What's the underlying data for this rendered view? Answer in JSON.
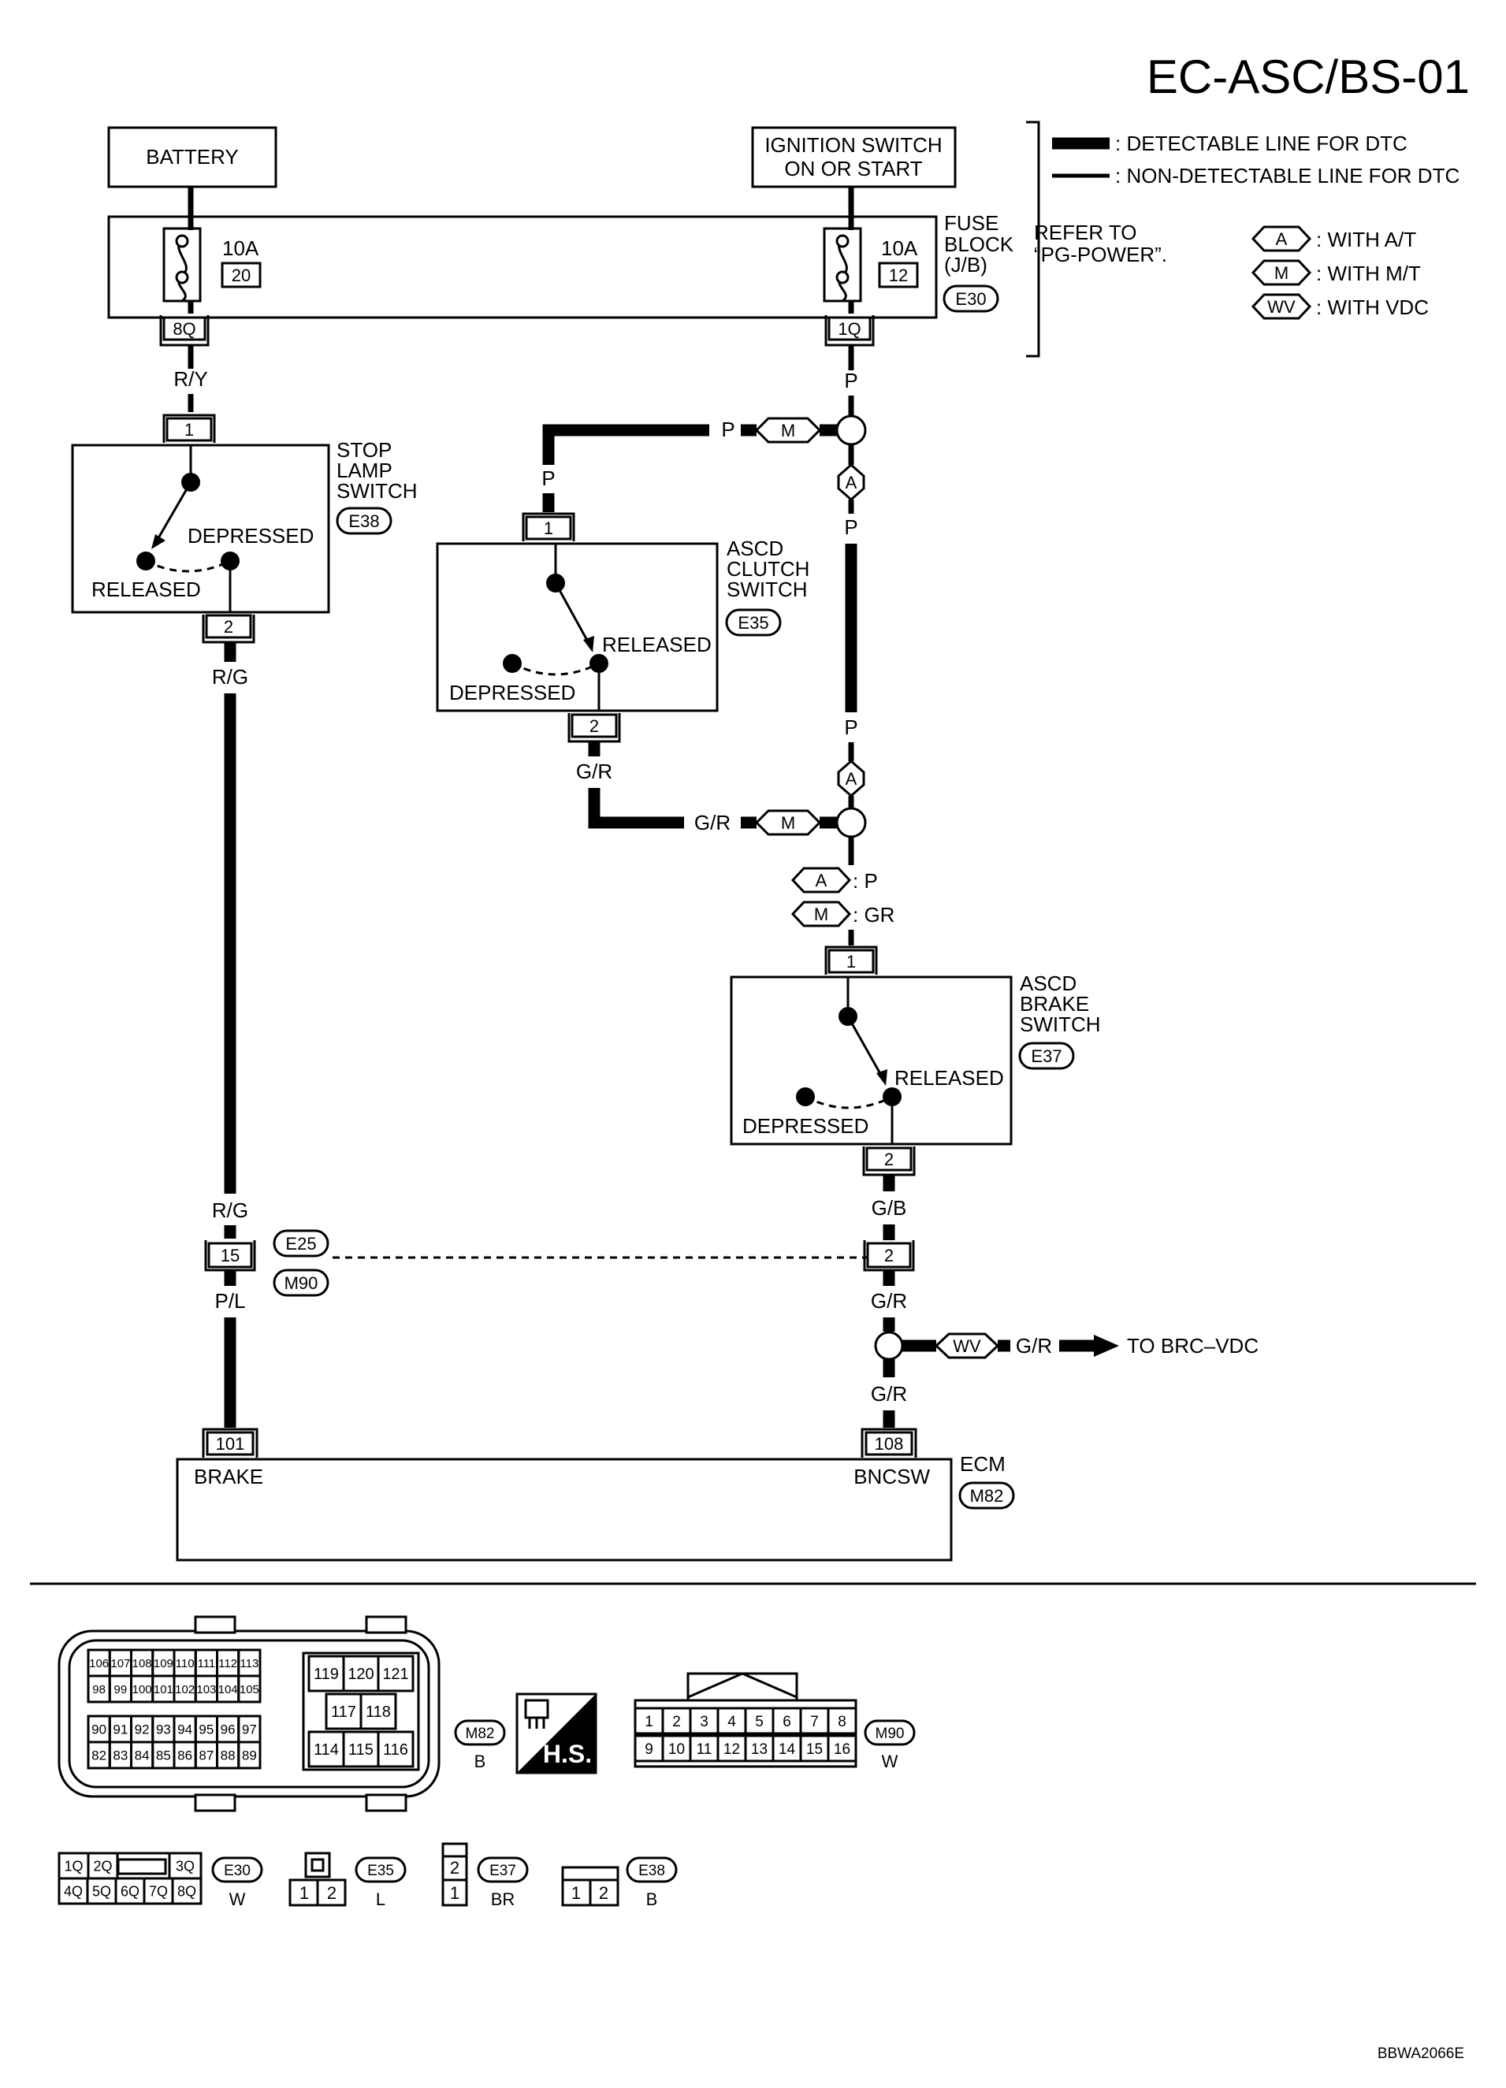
{
  "page_title": "EC-ASC/BS-01",
  "figure_code": "BBWA2066E",
  "legend": {
    "detectable": ": DETECTABLE LINE FOR DTC",
    "non_detectable": ": NON-DETECTABLE LINE FOR DTC",
    "refer_line1": "REFER TO",
    "refer_line2": "“PG-POWER”.",
    "opt_at_tag": "A",
    "opt_at_text": ": WITH A/T",
    "opt_mt_tag": "M",
    "opt_mt_text": ": WITH M/T",
    "opt_vdc_tag": "WV",
    "opt_vdc_text": ": WITH VDC"
  },
  "sources": {
    "battery": "BATTERY",
    "ignition_line1": "IGNITION SWITCH",
    "ignition_line2": "ON OR START"
  },
  "fuse_block": {
    "label_line1": "FUSE",
    "label_line2": "BLOCK",
    "label_line3": "(J/B)",
    "connector": "E30",
    "fuse1_rating": "10A",
    "fuse1_number": "20",
    "fuse1_pin": "8Q",
    "fuse2_rating": "10A",
    "fuse2_number": "12",
    "fuse2_pin": "1Q"
  },
  "stop_lamp_switch": {
    "name_line1": "STOP",
    "name_line2": "LAMP",
    "name_line3": "SWITCH",
    "connector": "E38",
    "pin_in": "1",
    "pin_out": "2",
    "depressed": "DEPRESSED",
    "released": "RELEASED"
  },
  "ascd_clutch_switch": {
    "name_line1": "ASCD",
    "name_line2": "CLUTCH",
    "name_line3": "SWITCH",
    "connector": "E35",
    "pin_in": "1",
    "pin_out": "2",
    "released": "RELEASED",
    "depressed": "DEPRESSED"
  },
  "ascd_brake_switch": {
    "name_line1": "ASCD",
    "name_line2": "BRAKE",
    "name_line3": "SWITCH",
    "connector": "E37",
    "pin_in": "1",
    "pin_out": "2",
    "released": "RELEASED",
    "depressed": "DEPRESSED"
  },
  "wires": {
    "ry": "R/Y",
    "p": "P",
    "rg": "R/G",
    "gr": "G/R",
    "gb": "G/B",
    "pl": "P/L",
    "gr_code": "GR",
    "at_p": ": P",
    "mt_gr": ": GR"
  },
  "joint": {
    "pin_left": "15",
    "pin_right": "2",
    "connector_top": "E25",
    "connector_bottom": "M90"
  },
  "vdc_branch": {
    "tag": "WV",
    "wire": "G/R",
    "destination": "TO BRC–VDC"
  },
  "ecm": {
    "name": "ECM",
    "connector": "M82",
    "pin_brake": "101",
    "pin_bncsw": "108",
    "term_brake": "BRAKE",
    "term_bncsw": "BNCSW"
  },
  "connector_views": {
    "m82_pins": {
      "r1": [
        "106",
        "107",
        "108",
        "109",
        "110",
        "111",
        "112",
        "113"
      ],
      "r2": [
        "98",
        "99",
        "100",
        "101",
        "102",
        "103",
        "104",
        "105"
      ],
      "r3": [
        "90",
        "91",
        "92",
        "93",
        "94",
        "95",
        "96",
        "97"
      ],
      "r4": [
        "82",
        "83",
        "84",
        "85",
        "86",
        "87",
        "88",
        "89"
      ],
      "mid_top": [
        "119",
        "120",
        "121"
      ],
      "mid_mid": [
        "117",
        "118"
      ],
      "mid_bot": [
        "114",
        "115",
        "116"
      ]
    },
    "m82_tag": "M82",
    "m82_color": "B",
    "hs_text": "H.S.",
    "m90_top": [
      "1",
      "2",
      "3",
      "4",
      "5",
      "6",
      "7",
      "8"
    ],
    "m90_bot": [
      "9",
      "10",
      "11",
      "12",
      "13",
      "14",
      "15",
      "16"
    ],
    "m90_tag": "M90",
    "m90_color": "W",
    "e30_top": [
      "1Q",
      "2Q",
      "3Q"
    ],
    "e30_bot": [
      "4Q",
      "5Q",
      "6Q",
      "7Q",
      "8Q"
    ],
    "e30_tag": "E30",
    "e30_color": "W",
    "e35_pins": [
      "1",
      "2"
    ],
    "e35_tag": "E35",
    "e35_color": "L",
    "e37_pins": [
      "2",
      "1"
    ],
    "e37_tag": "E37",
    "e37_color": "BR",
    "e38_pins": [
      "1",
      "2"
    ],
    "e38_tag": "E38",
    "e38_color": "B"
  }
}
